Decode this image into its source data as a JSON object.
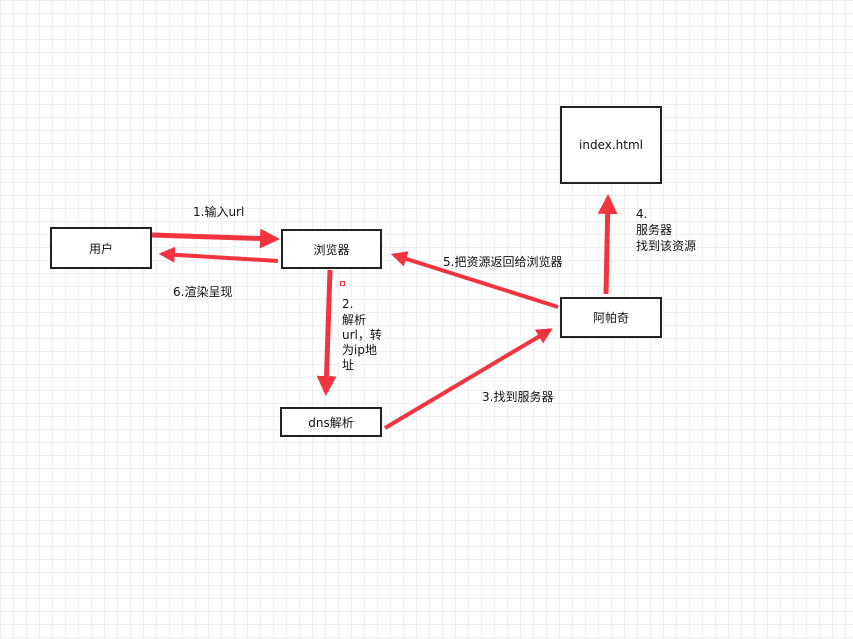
{
  "nodes": {
    "user": "用户",
    "browser": "浏览器",
    "dns": "dns解析",
    "apache": "阿帕奇",
    "index": "index.html"
  },
  "edges": {
    "step1": "1.输入url",
    "step2_num": "2.",
    "step2_text": "解析url，转为ip地址",
    "step3": "3.找到服务器",
    "step4_num": "4.",
    "step4_line1": "服务器",
    "step4_line2": "找到该资源",
    "step5": "5.把资源返回给浏览器",
    "step6": "6.渲染呈现"
  },
  "colors": {
    "arrow": "#f2343f",
    "border": "#222222"
  }
}
